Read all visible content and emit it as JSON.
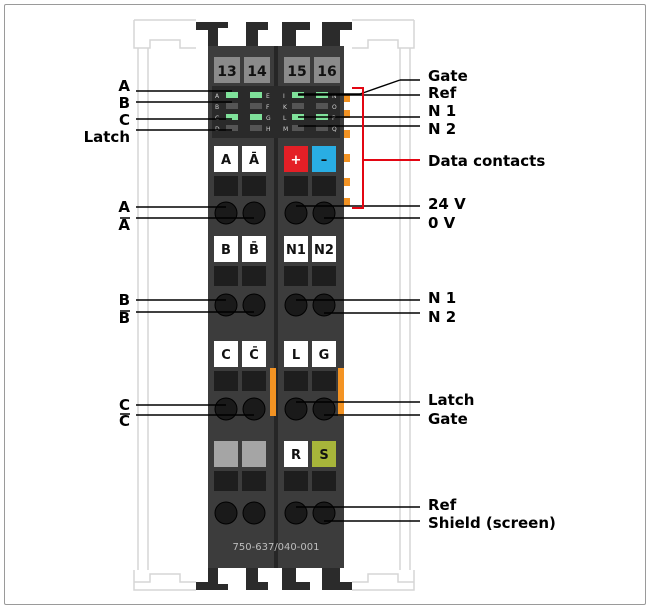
{
  "module": {
    "part_number": "750-637/040-001",
    "slot_numbers": [
      "13",
      "14",
      "15",
      "16"
    ],
    "led_letters_left": [
      "A",
      "B",
      "C",
      "D"
    ],
    "led_letters_mid1": [
      "E",
      "F",
      "G",
      "H"
    ],
    "led_letters_mid2": [
      "I",
      "K",
      "L",
      "M"
    ],
    "led_letters_right": [
      "N",
      "O",
      "P",
      "Q"
    ],
    "terminal_labels": {
      "row1": [
        "A",
        "Ā",
        "+",
        "–"
      ],
      "row2": [
        "B",
        "B̄",
        "N1",
        "N2"
      ],
      "row3": [
        "C",
        "C̄",
        "L",
        "G"
      ],
      "row4": [
        "",
        "",
        "R",
        "S"
      ]
    },
    "colors": {
      "housing": "#3c3c3c",
      "plus_tile": "#e41f26",
      "minus_tile": "#29aee4",
      "s_tile": "#a7b53a",
      "grey_tile": "#a5a5a5",
      "led_green": "#7fe19a",
      "orange": "#f39323",
      "bracket_red": "#e30613"
    }
  },
  "labels_left": {
    "led_a": "A",
    "led_b": "B",
    "led_c": "C",
    "led_latch": "Latch",
    "term_a": "A",
    "term_a_bar": "A",
    "term_b": "B",
    "term_b_bar": "B",
    "term_c": "C",
    "term_c_bar": "C"
  },
  "labels_right": {
    "led_gate": "Gate",
    "led_ref": "Ref",
    "led_n1": "N 1",
    "led_n2": "N 2",
    "data_contacts": "Data contacts",
    "v24": "24 V",
    "v0": "0 V",
    "term_n1": "N 1",
    "term_n2": "N 2",
    "term_latch": "Latch",
    "term_gate": "Gate",
    "term_ref": "Ref",
    "term_shield": "Shield (screen)"
  }
}
